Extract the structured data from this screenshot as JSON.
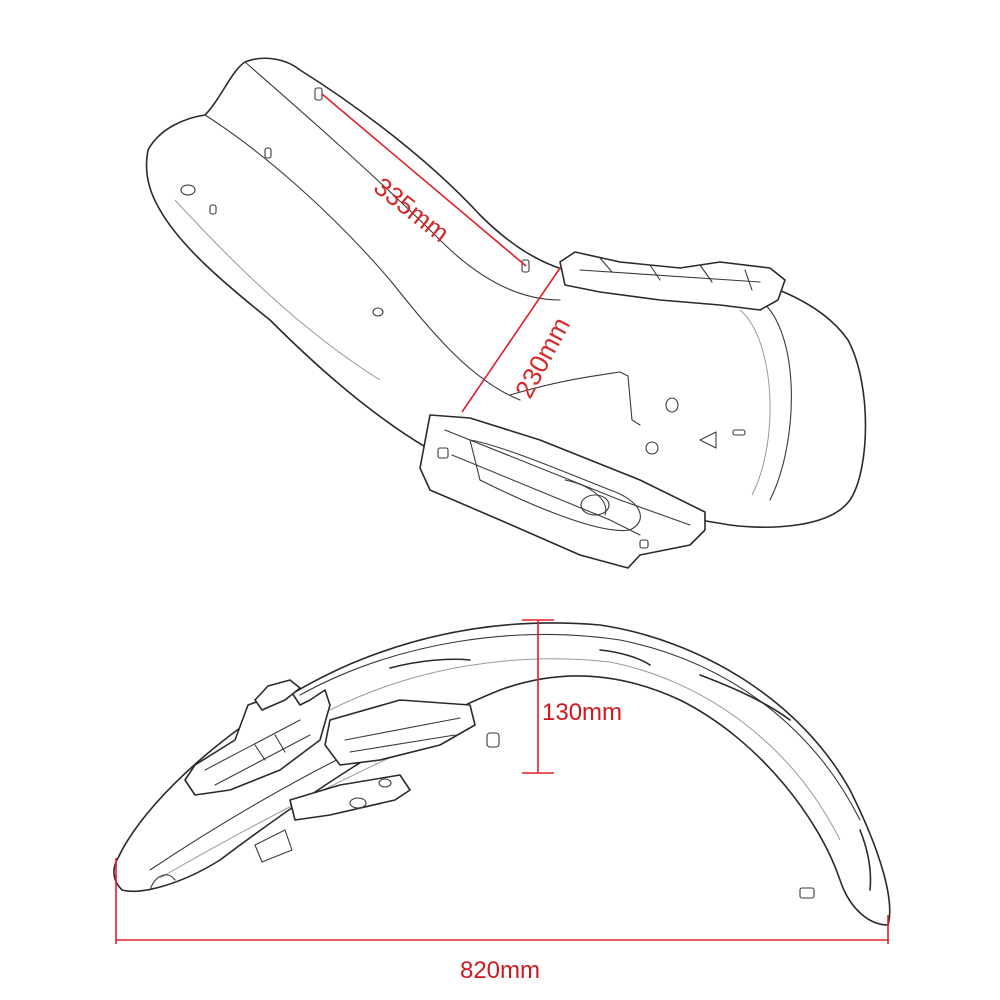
{
  "dimensions": {
    "top_length": "335mm",
    "top_width": "230mm",
    "side_height": "130mm",
    "side_length": "820mm"
  },
  "colors": {
    "dimension_line": "#e0202a",
    "dimension_text_red": "#d42a2a",
    "dimension_text_dark": "#d0191f",
    "outline": "#2a2a2a"
  }
}
